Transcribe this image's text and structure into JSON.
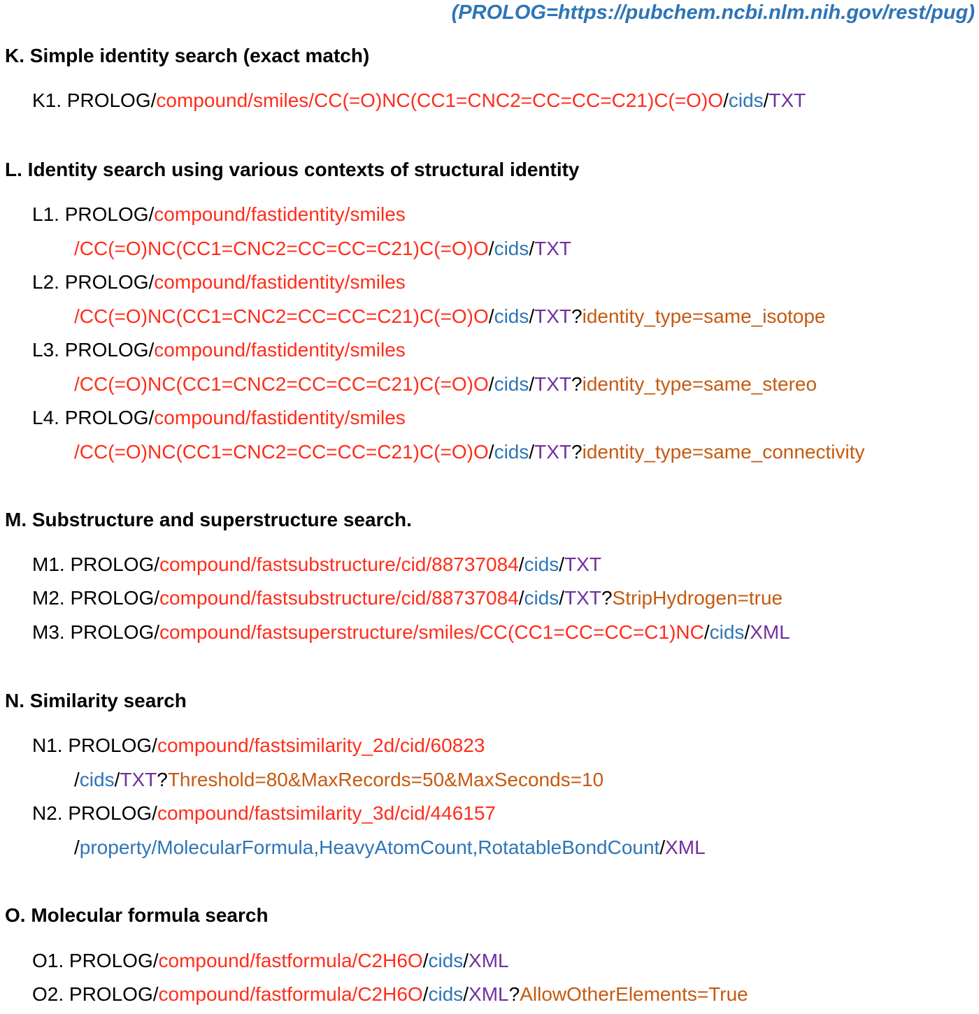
{
  "prolog_note": "(PROLOG=https://pubchem.ncbi.nlm.nih.gov/rest/pug)",
  "colors": {
    "prolog_note": "#2e75b6",
    "black": "#000000",
    "red": "#ff2d1b",
    "blue": "#2e75b6",
    "purple": "#7030a0",
    "orange": "#c55a11"
  },
  "sections": [
    {
      "heading": "K. Simple identity search (exact match)",
      "lines": [
        {
          "cont": false,
          "segments": [
            {
              "c": "black",
              "t": "K1. PROLOG/"
            },
            {
              "c": "red",
              "t": "compound/smiles/CC(=O)NC(CC1=CNC2=CC=CC=C21)C(=O)O"
            },
            {
              "c": "black",
              "t": "/"
            },
            {
              "c": "blue",
              "t": "cids"
            },
            {
              "c": "black",
              "t": "/"
            },
            {
              "c": "purple",
              "t": "TXT"
            }
          ]
        }
      ]
    },
    {
      "heading": "L. Identity search using various contexts of structural identity",
      "lines": [
        {
          "cont": false,
          "segments": [
            {
              "c": "black",
              "t": "L1. PROLOG/"
            },
            {
              "c": "red",
              "t": "compound/fastidentity/smiles"
            }
          ]
        },
        {
          "cont": true,
          "segments": [
            {
              "c": "red",
              "t": "/CC(=O)NC(CC1=CNC2=CC=CC=C21)C(=O)O"
            },
            {
              "c": "black",
              "t": "/"
            },
            {
              "c": "blue",
              "t": "cids"
            },
            {
              "c": "black",
              "t": "/"
            },
            {
              "c": "purple",
              "t": "TXT"
            }
          ]
        },
        {
          "cont": false,
          "segments": [
            {
              "c": "black",
              "t": "L2. PROLOG/"
            },
            {
              "c": "red",
              "t": "compound/fastidentity/smiles"
            }
          ]
        },
        {
          "cont": true,
          "segments": [
            {
              "c": "red",
              "t": "/CC(=O)NC(CC1=CNC2=CC=CC=C21)C(=O)O"
            },
            {
              "c": "black",
              "t": "/"
            },
            {
              "c": "blue",
              "t": "cids"
            },
            {
              "c": "black",
              "t": "/"
            },
            {
              "c": "purple",
              "t": "TXT"
            },
            {
              "c": "black",
              "t": "?"
            },
            {
              "c": "orange",
              "t": "identity_type=same_isotope"
            }
          ]
        },
        {
          "cont": false,
          "segments": [
            {
              "c": "black",
              "t": "L3. PROLOG/"
            },
            {
              "c": "red",
              "t": "compound/fastidentity/smiles"
            }
          ]
        },
        {
          "cont": true,
          "segments": [
            {
              "c": "red",
              "t": "/CC(=O)NC(CC1=CNC2=CC=CC=C21)C(=O)O"
            },
            {
              "c": "black",
              "t": "/"
            },
            {
              "c": "blue",
              "t": "cids"
            },
            {
              "c": "black",
              "t": "/"
            },
            {
              "c": "purple",
              "t": "TXT"
            },
            {
              "c": "black",
              "t": "?"
            },
            {
              "c": "orange",
              "t": "identity_type=same_stereo"
            }
          ]
        },
        {
          "cont": false,
          "segments": [
            {
              "c": "black",
              "t": "L4. PROLOG/"
            },
            {
              "c": "red",
              "t": "compound/fastidentity/smiles"
            }
          ]
        },
        {
          "cont": true,
          "segments": [
            {
              "c": "red",
              "t": "/CC(=O)NC(CC1=CNC2=CC=CC=C21)C(=O)O"
            },
            {
              "c": "black",
              "t": "/"
            },
            {
              "c": "blue",
              "t": "cids"
            },
            {
              "c": "black",
              "t": "/"
            },
            {
              "c": "purple",
              "t": "TXT"
            },
            {
              "c": "black",
              "t": "?"
            },
            {
              "c": "orange",
              "t": "identity_type=same_connectivity"
            }
          ]
        }
      ]
    },
    {
      "heading": "M. Substructure and superstructure search.",
      "lines": [
        {
          "cont": false,
          "segments": [
            {
              "c": "black",
              "t": "M1. PROLOG/"
            },
            {
              "c": "red",
              "t": "compound/fastsubstructure/cid/88737084"
            },
            {
              "c": "black",
              "t": "/"
            },
            {
              "c": "blue",
              "t": "cids"
            },
            {
              "c": "black",
              "t": "/"
            },
            {
              "c": "purple",
              "t": "TXT"
            }
          ]
        },
        {
          "cont": false,
          "segments": [
            {
              "c": "black",
              "t": "M2. PROLOG/"
            },
            {
              "c": "red",
              "t": "compound/fastsubstructure/cid/88737084"
            },
            {
              "c": "black",
              "t": "/"
            },
            {
              "c": "blue",
              "t": "cids"
            },
            {
              "c": "black",
              "t": "/"
            },
            {
              "c": "purple",
              "t": "TXT"
            },
            {
              "c": "black",
              "t": "?"
            },
            {
              "c": "orange",
              "t": "StripHydrogen=true"
            }
          ]
        },
        {
          "cont": false,
          "segments": [
            {
              "c": "black",
              "t": "M3. PROLOG/"
            },
            {
              "c": "red",
              "t": "compound/fastsuperstructure/smiles/CC(CC1=CC=CC=C1)NC"
            },
            {
              "c": "black",
              "t": "/"
            },
            {
              "c": "blue",
              "t": "cids"
            },
            {
              "c": "black",
              "t": "/"
            },
            {
              "c": "purple",
              "t": "XML"
            }
          ]
        }
      ]
    },
    {
      "heading": "N. Similarity search",
      "lines": [
        {
          "cont": false,
          "segments": [
            {
              "c": "black",
              "t": "N1. PROLOG/"
            },
            {
              "c": "red",
              "t": "compound/fastsimilarity_2d/cid/60823"
            }
          ]
        },
        {
          "cont": true,
          "segments": [
            {
              "c": "black",
              "t": "/"
            },
            {
              "c": "blue",
              "t": "cids"
            },
            {
              "c": "black",
              "t": "/"
            },
            {
              "c": "purple",
              "t": "TXT"
            },
            {
              "c": "black",
              "t": "?"
            },
            {
              "c": "orange",
              "t": "Threshold=80&MaxRecords=50&MaxSeconds=10"
            }
          ]
        },
        {
          "cont": false,
          "segments": [
            {
              "c": "black",
              "t": "N2. PROLOG/"
            },
            {
              "c": "red",
              "t": "compound/fastsimilarity_3d/cid/446157"
            }
          ]
        },
        {
          "cont": true,
          "segments": [
            {
              "c": "black",
              "t": "/"
            },
            {
              "c": "blue",
              "t": "property/MolecularFormula,HeavyAtomCount,RotatableBondCount"
            },
            {
              "c": "black",
              "t": "/"
            },
            {
              "c": "purple",
              "t": "XML"
            }
          ]
        }
      ]
    },
    {
      "heading": "O. Molecular formula search",
      "lines": [
        {
          "cont": false,
          "segments": [
            {
              "c": "black",
              "t": "O1. PROLOG/"
            },
            {
              "c": "red",
              "t": "compound/fastformula/C2H6O"
            },
            {
              "c": "black",
              "t": "/"
            },
            {
              "c": "blue",
              "t": "cids"
            },
            {
              "c": "black",
              "t": "/"
            },
            {
              "c": "purple",
              "t": "XML"
            }
          ]
        },
        {
          "cont": false,
          "segments": [
            {
              "c": "black",
              "t": "O2. PROLOG/"
            },
            {
              "c": "red",
              "t": "compound/fastformula/C2H6O"
            },
            {
              "c": "black",
              "t": "/"
            },
            {
              "c": "blue",
              "t": "cids"
            },
            {
              "c": "black",
              "t": "/"
            },
            {
              "c": "purple",
              "t": "XML"
            },
            {
              "c": "black",
              "t": "?"
            },
            {
              "c": "orange",
              "t": "AllowOtherElements=True"
            }
          ]
        }
      ]
    }
  ]
}
